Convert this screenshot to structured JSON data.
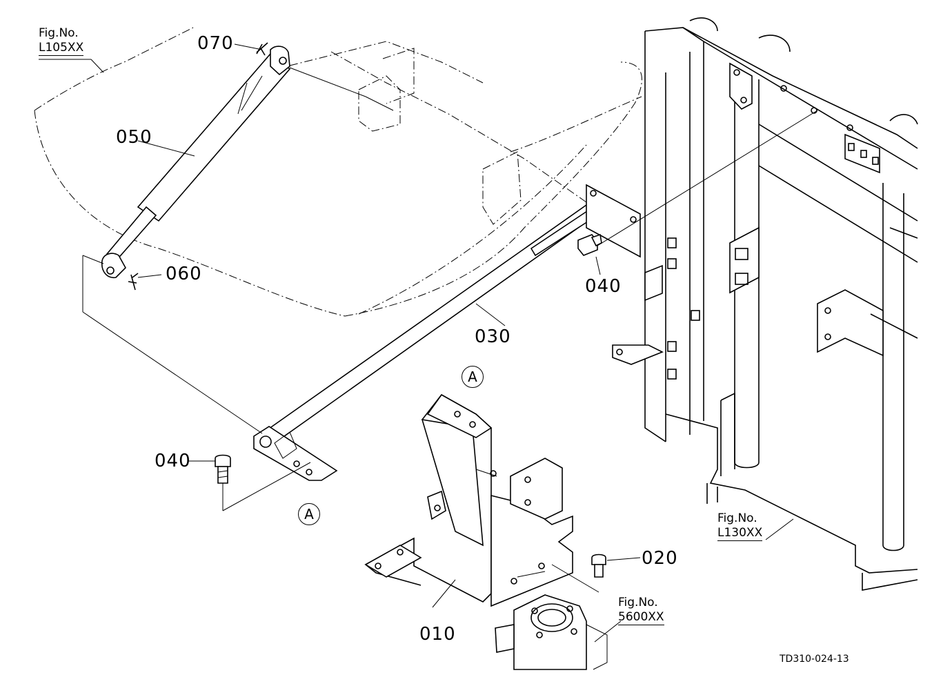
{
  "part_labels": {
    "p010": "010",
    "p020": "020",
    "p030": "030",
    "p040_top": "040",
    "p040_left": "040",
    "p050": "050",
    "p060": "060",
    "p070": "070"
  },
  "section_markers": {
    "a_top": "A",
    "a_bottom": "A"
  },
  "figure_refs": {
    "hood": {
      "prefix": "Fig.No.",
      "ref": "L105XX"
    },
    "frame": {
      "prefix": "Fig.No.",
      "ref": "L130XX"
    },
    "pump": {
      "prefix": "Fig.No.",
      "ref": "5600XX"
    }
  },
  "drawing_code": "TD310-024-13"
}
